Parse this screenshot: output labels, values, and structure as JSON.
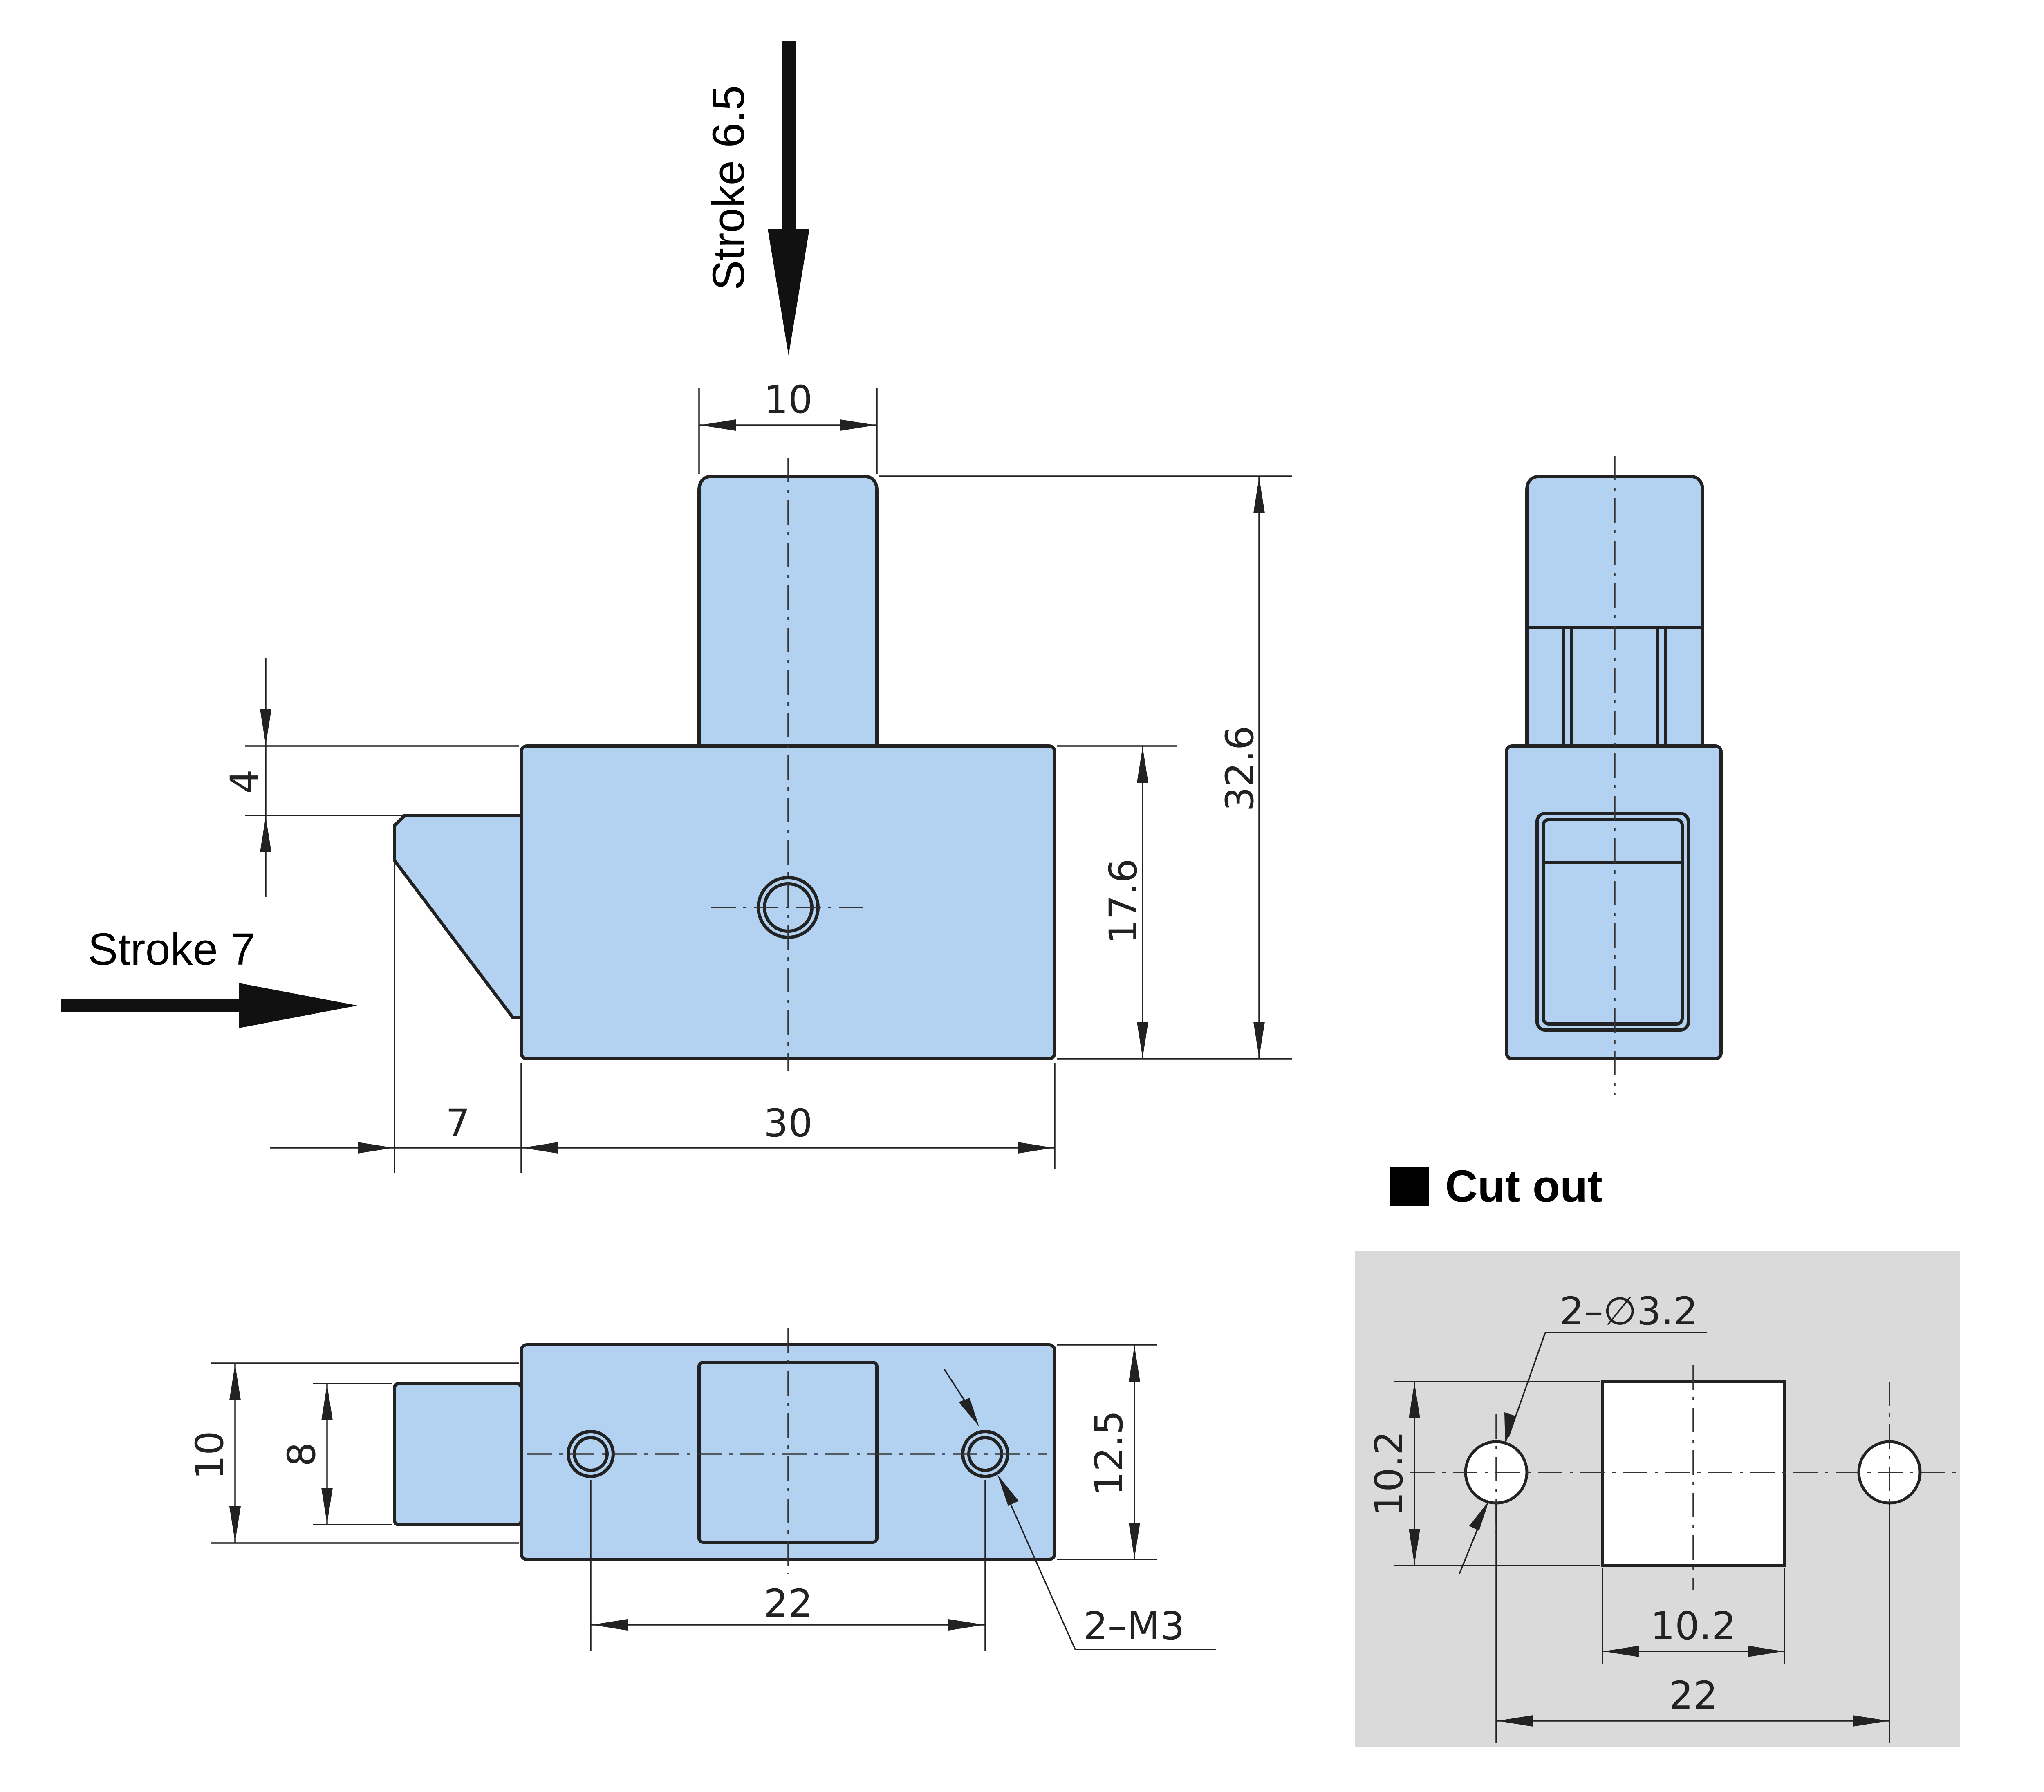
{
  "labels": {
    "stroke_vertical": "Stroke 6.5",
    "stroke_horizontal": "Stroke 7",
    "cutout_title": "Cut out"
  },
  "front_view": {
    "dim_plunger_width": "10",
    "dim_total_height": "32.6",
    "dim_body_height": "17.6",
    "dim_step": "4",
    "dim_latch_length": "7",
    "dim_body_width": "30"
  },
  "bottom_view": {
    "dim_outer_height": "10",
    "dim_inner_height": "8",
    "dim_body_height": "12.5",
    "dim_hole_spacing": "22",
    "thread_callout": "2–M3"
  },
  "cutout_view": {
    "hole_callout": "2–∅3.2",
    "dim_square_height": "10.2",
    "dim_square_width": "10.2",
    "dim_hole_spacing": "22"
  },
  "colors": {
    "part_fill": "#b3d1f0",
    "cutout_background": "#dadada",
    "line": "#222222"
  }
}
